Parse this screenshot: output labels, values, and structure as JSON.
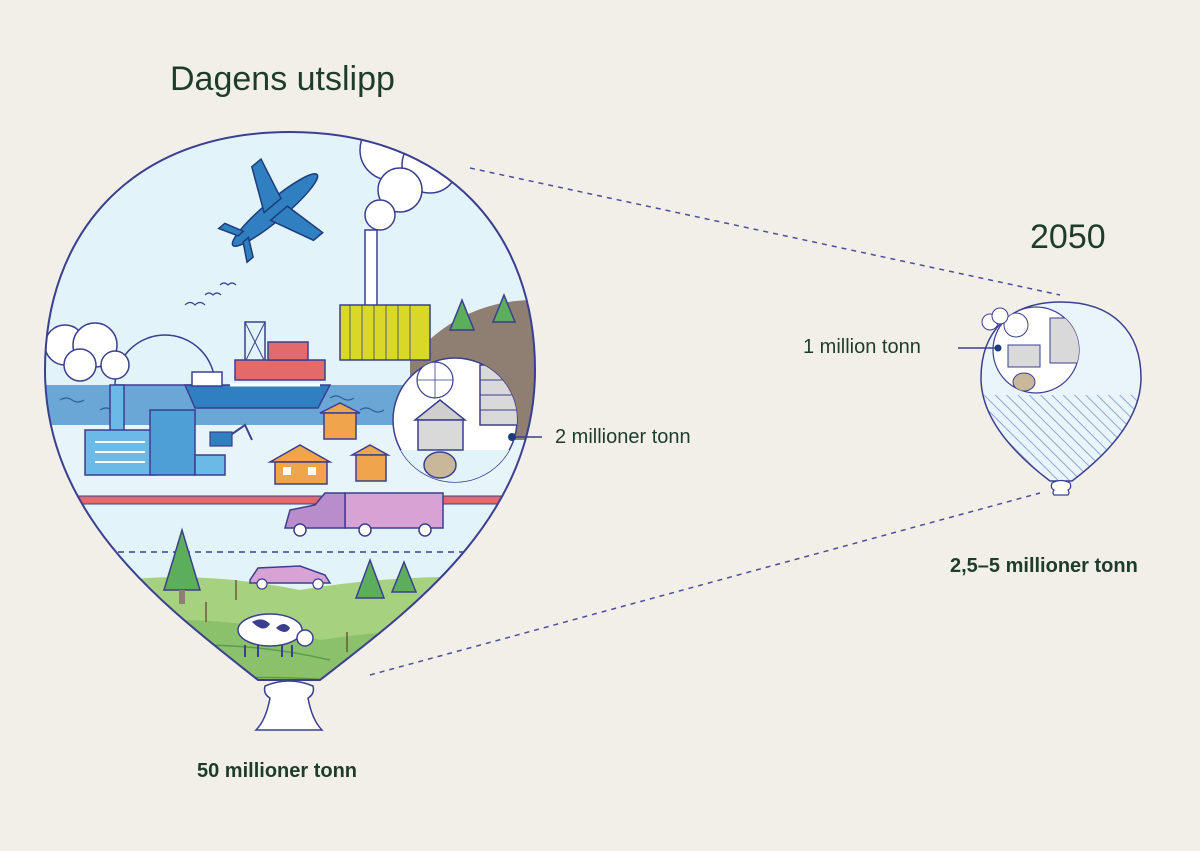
{
  "left_title": "Dagens utslipp",
  "right_title": "2050",
  "left_total": "50 millioner tonn",
  "left_callout": "2 millioner tonn",
  "right_total": "2,5–5 millioner tonn",
  "right_callout": "1 million tonn",
  "colors": {
    "background": "#f2efe9",
    "text": "#1d3d2a",
    "outline": "#3b3f8f",
    "sky": "#dff0f8",
    "water": "#6da8d8",
    "grass": "#8cc56a",
    "factory": "#6ab9e6",
    "yellow_building": "#d9d727",
    "truck": "#d7a3d4",
    "houses": "#f0a54c",
    "plane": "#2f7fc1"
  },
  "icons": [
    "airplane-icon",
    "cloud-icon",
    "chimney-icon",
    "oil-platform-icon",
    "ship-icon",
    "factory-icon",
    "excavator-icon",
    "house-icon",
    "truck-icon",
    "car-icon",
    "tree-icon",
    "cow-icon",
    "wheat-icon",
    "waste-bag-icon",
    "building-icon"
  ]
}
